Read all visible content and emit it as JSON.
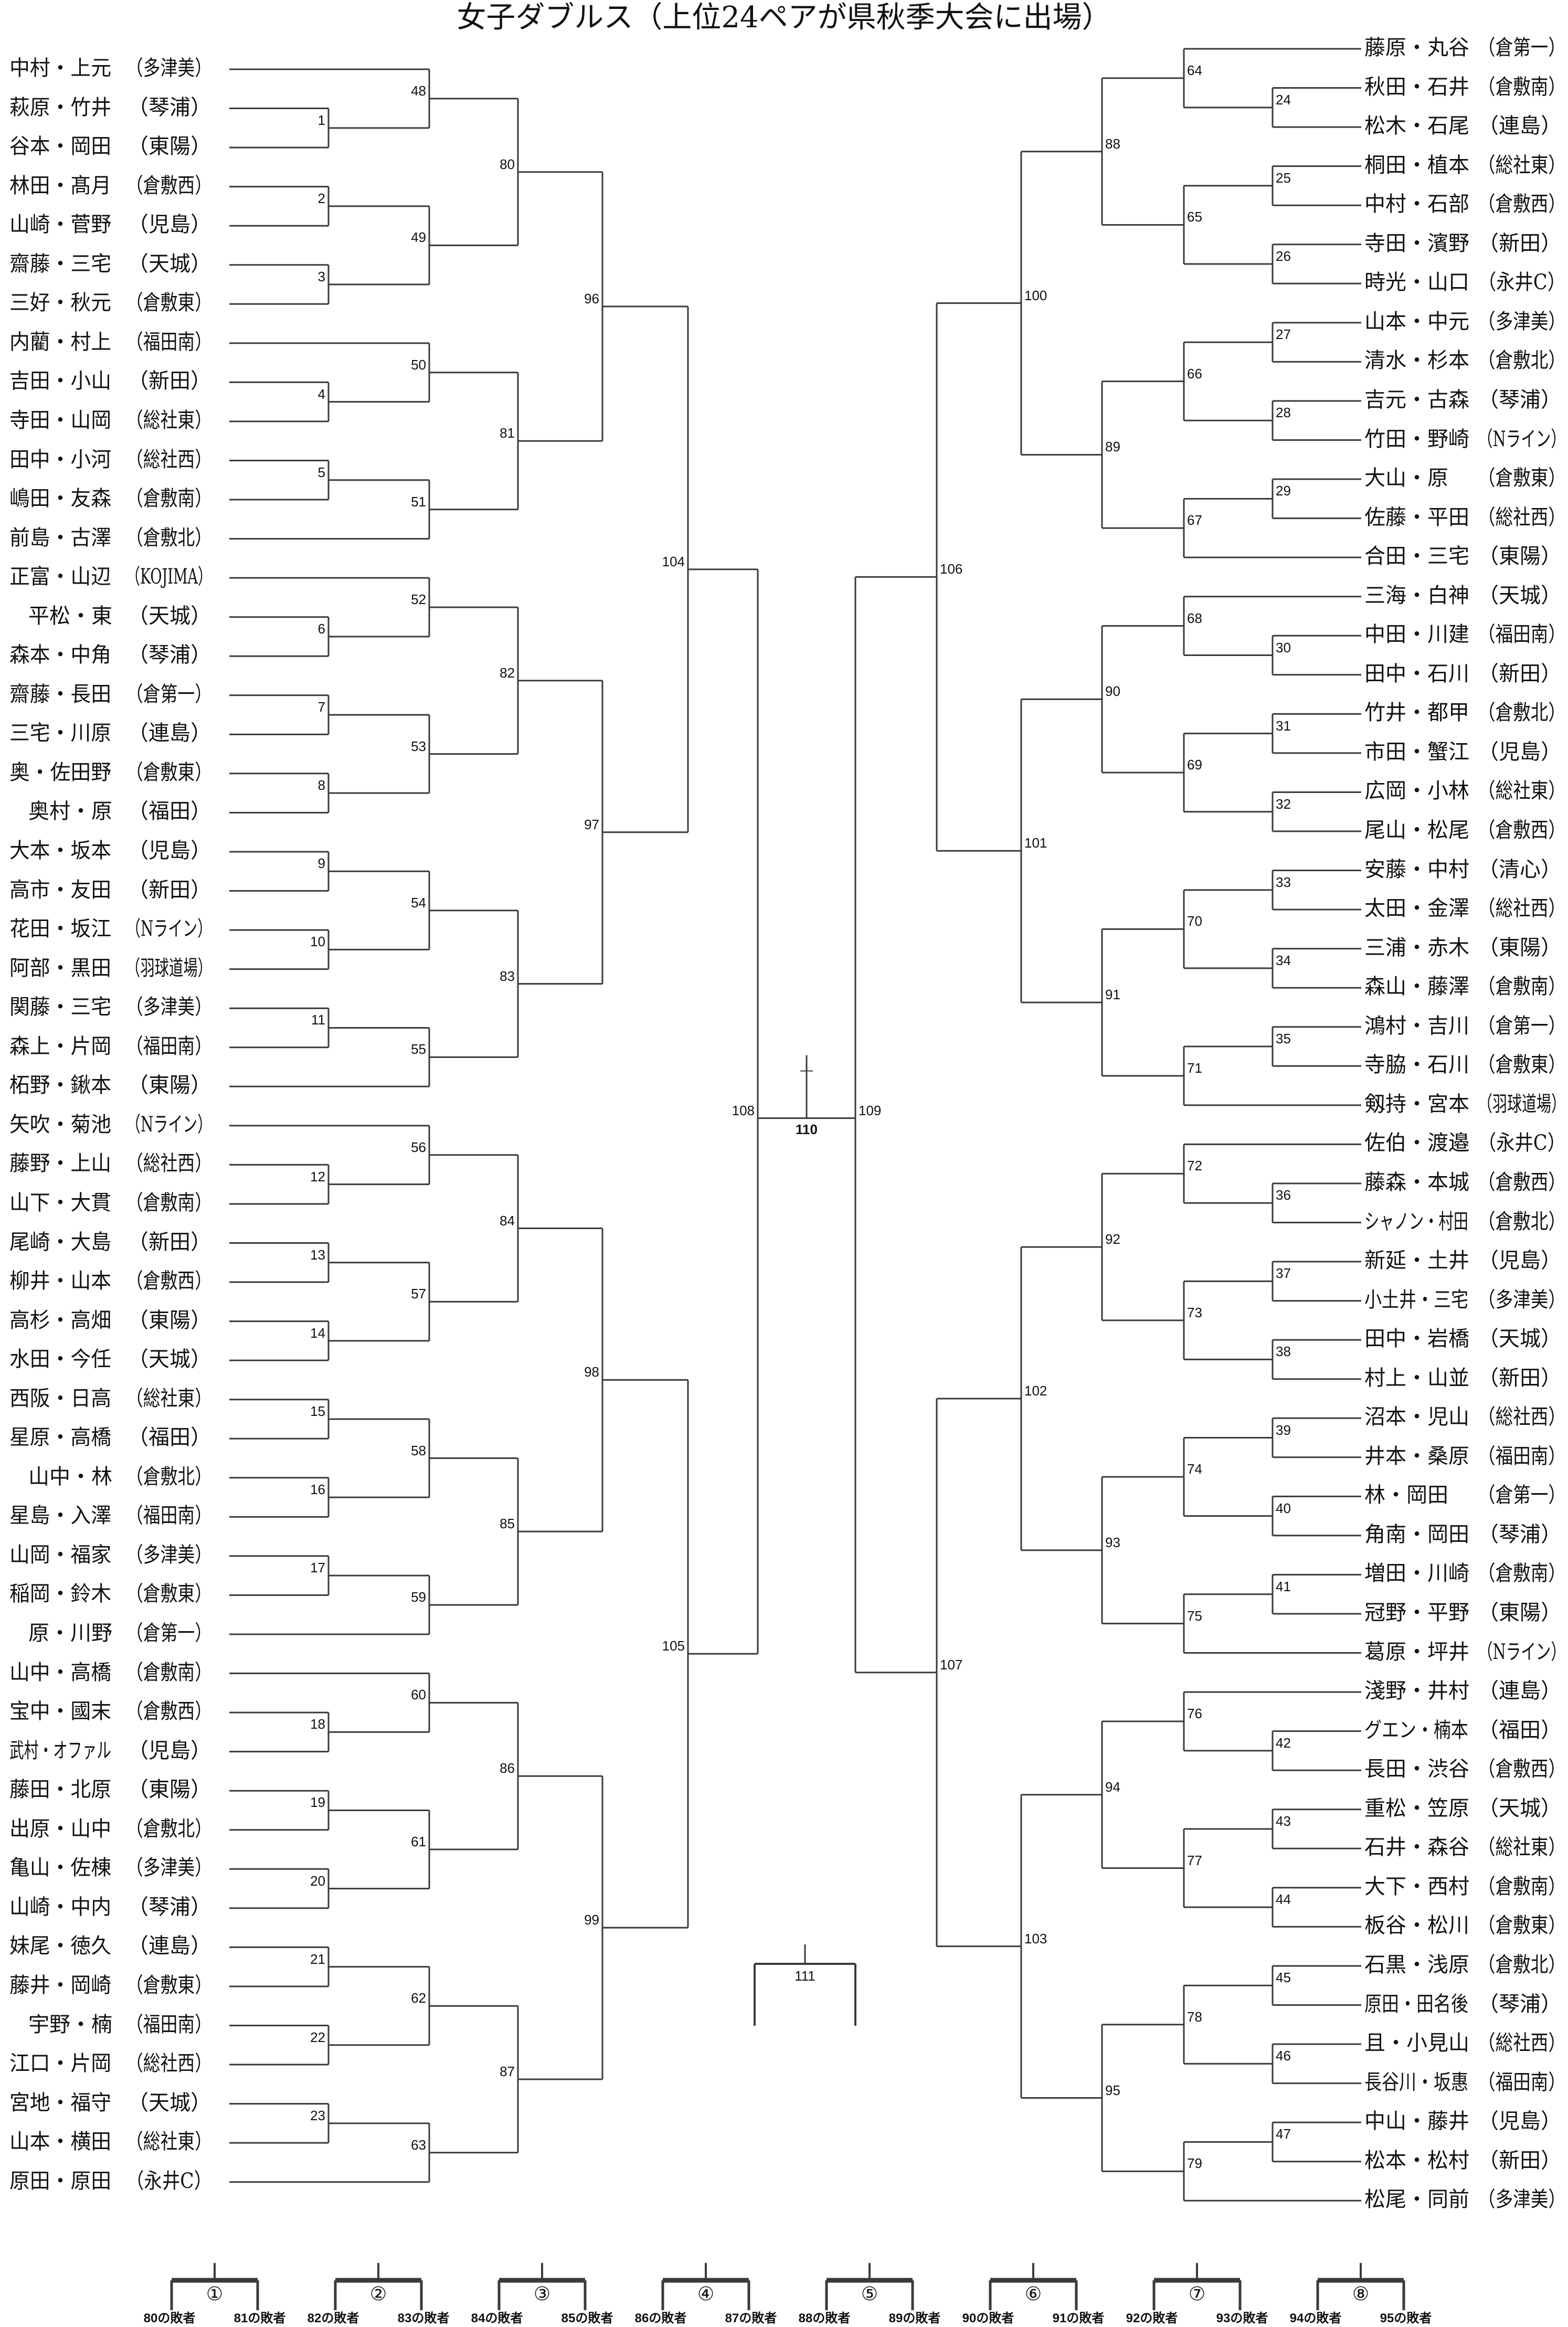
{
  "title": "女子ダブルス（上位24ペアが県秋季大会に出場）",
  "left": {
    "teams": [
      {
        "name": "中村・上元",
        "school": "（多津美）"
      },
      {
        "name": "萩原・竹井",
        "school": "（琴浦）"
      },
      {
        "name": "谷本・岡田",
        "school": "（東陽）"
      },
      {
        "name": "林田・髙月",
        "school": "（倉敷西）"
      },
      {
        "name": "山崎・菅野",
        "school": "（児島）"
      },
      {
        "name": "齋藤・三宅",
        "school": "（天城）"
      },
      {
        "name": "三好・秋元",
        "school": "（倉敷東）"
      },
      {
        "name": "内藺・村上",
        "school": "（福田南）"
      },
      {
        "name": "吉田・小山",
        "school": "（新田）"
      },
      {
        "name": "寺田・山岡",
        "school": "（総社東）"
      },
      {
        "name": "田中・小河",
        "school": "（総社西）"
      },
      {
        "name": "嶋田・友森",
        "school": "（倉敷南）"
      },
      {
        "name": "前島・古澤",
        "school": "（倉敷北）"
      },
      {
        "name": "正富・山辺",
        "school": "（KOJIMA）"
      },
      {
        "name": "平松・東",
        "school": "（天城）"
      },
      {
        "name": "森本・中角",
        "school": "（琴浦）"
      },
      {
        "name": "齋藤・長田",
        "school": "（倉第一）"
      },
      {
        "name": "三宅・川原",
        "school": "（連島）"
      },
      {
        "name": "奥・佐田野",
        "school": "（倉敷東）"
      },
      {
        "name": "奥村・原",
        "school": "（福田）"
      },
      {
        "name": "大本・坂本",
        "school": "（児島）"
      },
      {
        "name": "高市・友田",
        "school": "（新田）"
      },
      {
        "name": "花田・坂江",
        "school": "（Nライン）"
      },
      {
        "name": "阿部・黒田",
        "school": "（羽球道場）"
      },
      {
        "name": "関藤・三宅",
        "school": "（多津美）"
      },
      {
        "name": "森上・片岡",
        "school": "（福田南）"
      },
      {
        "name": "柘野・鍬本",
        "school": "（東陽）"
      },
      {
        "name": "矢吹・菊池",
        "school": "（Nライン）"
      },
      {
        "name": "藤野・上山",
        "school": "（総社西）"
      },
      {
        "name": "山下・大貫",
        "school": "（倉敷南）"
      },
      {
        "name": "尾崎・大島",
        "school": "（新田）"
      },
      {
        "name": "柳井・山本",
        "school": "（倉敷西）"
      },
      {
        "name": "高杉・高畑",
        "school": "（東陽）"
      },
      {
        "name": "水田・今任",
        "school": "（天城）"
      },
      {
        "name": "西阪・日高",
        "school": "（総社東）"
      },
      {
        "name": "星原・高橋",
        "school": "（福田）"
      },
      {
        "name": "山中・林",
        "school": "（倉敷北）"
      },
      {
        "name": "星島・入澤",
        "school": "（福田南）"
      },
      {
        "name": "山岡・福家",
        "school": "（多津美）"
      },
      {
        "name": "稲岡・鈴木",
        "school": "（倉敷東）"
      },
      {
        "name": "原・川野",
        "school": "（倉第一）"
      },
      {
        "name": "山中・高橋",
        "school": "（倉敷南）"
      },
      {
        "name": "宝中・國末",
        "school": "（倉敷西）"
      },
      {
        "name": "武村・オファル",
        "school": "（児島）"
      },
      {
        "name": "藤田・北原",
        "school": "（東陽）"
      },
      {
        "name": "出原・山中",
        "school": "（倉敷北）"
      },
      {
        "name": "亀山・佐棟",
        "school": "（多津美）"
      },
      {
        "name": "山崎・中内",
        "school": "（琴浦）"
      },
      {
        "name": "妹尾・徳久",
        "school": "（連島）"
      },
      {
        "name": "藤井・岡崎",
        "school": "（倉敷東）"
      },
      {
        "name": "宇野・楠",
        "school": "（福田南）"
      },
      {
        "name": "江口・片岡",
        "school": "（総社西）"
      },
      {
        "name": "宮地・福守",
        "school": "（天城）"
      },
      {
        "name": "山本・横田",
        "school": "（総社東）"
      },
      {
        "name": "原田・原田",
        "school": "（永井C）"
      }
    ],
    "matches": [
      {
        "no": 1,
        "a": "t1",
        "b": "t2"
      },
      {
        "no": 48,
        "a": "t0",
        "b": "m1"
      },
      {
        "no": 2,
        "a": "t3",
        "b": "t4"
      },
      {
        "no": 3,
        "a": "t5",
        "b": "t6"
      },
      {
        "no": 49,
        "a": "m2",
        "b": "m3"
      },
      {
        "no": 80,
        "a": "m48",
        "b": "m49"
      },
      {
        "no": 4,
        "a": "t8",
        "b": "t9"
      },
      {
        "no": 50,
        "a": "t7",
        "b": "m4"
      },
      {
        "no": 5,
        "a": "t10",
        "b": "t11"
      },
      {
        "no": 51,
        "a": "m5",
        "b": "t12"
      },
      {
        "no": 81,
        "a": "m50",
        "b": "m51"
      },
      {
        "no": 96,
        "a": "m80",
        "b": "m81"
      },
      {
        "no": 6,
        "a": "t14",
        "b": "t15"
      },
      {
        "no": 52,
        "a": "t13",
        "b": "m6"
      },
      {
        "no": 7,
        "a": "t16",
        "b": "t17"
      },
      {
        "no": 8,
        "a": "t18",
        "b": "t19"
      },
      {
        "no": 53,
        "a": "m7",
        "b": "m8"
      },
      {
        "no": 82,
        "a": "m52",
        "b": "m53"
      },
      {
        "no": 9,
        "a": "t20",
        "b": "t21"
      },
      {
        "no": 10,
        "a": "t22",
        "b": "t23"
      },
      {
        "no": 54,
        "a": "m9",
        "b": "m10"
      },
      {
        "no": 11,
        "a": "t24",
        "b": "t25"
      },
      {
        "no": 55,
        "a": "m11",
        "b": "t26"
      },
      {
        "no": 83,
        "a": "m54",
        "b": "m55"
      },
      {
        "no": 97,
        "a": "m82",
        "b": "m83"
      },
      {
        "no": 104,
        "a": "m96",
        "b": "m97"
      },
      {
        "no": 12,
        "a": "t28",
        "b": "t29"
      },
      {
        "no": 56,
        "a": "t27",
        "b": "m12"
      },
      {
        "no": 13,
        "a": "t30",
        "b": "t31"
      },
      {
        "no": 14,
        "a": "t32",
        "b": "t33"
      },
      {
        "no": 57,
        "a": "m13",
        "b": "m14"
      },
      {
        "no": 84,
        "a": "m56",
        "b": "m57"
      },
      {
        "no": 15,
        "a": "t34",
        "b": "t35"
      },
      {
        "no": 16,
        "a": "t36",
        "b": "t37"
      },
      {
        "no": 58,
        "a": "m15",
        "b": "m16"
      },
      {
        "no": 17,
        "a": "t38",
        "b": "t39"
      },
      {
        "no": 59,
        "a": "m17",
        "b": "t40"
      },
      {
        "no": 85,
        "a": "m58",
        "b": "m59"
      },
      {
        "no": 98,
        "a": "m84",
        "b": "m85"
      },
      {
        "no": 18,
        "a": "t42",
        "b": "t43"
      },
      {
        "no": 60,
        "a": "t41",
        "b": "m18"
      },
      {
        "no": 19,
        "a": "t44",
        "b": "t45"
      },
      {
        "no": 20,
        "a": "t46",
        "b": "t47"
      },
      {
        "no": 61,
        "a": "m19",
        "b": "m20"
      },
      {
        "no": 86,
        "a": "m60",
        "b": "m61"
      },
      {
        "no": 21,
        "a": "t48",
        "b": "t49"
      },
      {
        "no": 22,
        "a": "t50",
        "b": "t51"
      },
      {
        "no": 62,
        "a": "m21",
        "b": "m22"
      },
      {
        "no": 23,
        "a": "t52",
        "b": "t53"
      },
      {
        "no": 63,
        "a": "m23",
        "b": "t54"
      },
      {
        "no": 87,
        "a": "m62",
        "b": "m63"
      },
      {
        "no": 99,
        "a": "m86",
        "b": "m87"
      },
      {
        "no": 105,
        "a": "m98",
        "b": "m99"
      },
      {
        "no": 108,
        "a": "m104",
        "b": "m105"
      }
    ]
  },
  "right": {
    "teams": [
      {
        "name": "藤原・丸谷",
        "school": "（倉第一）"
      },
      {
        "name": "秋田・石井",
        "school": "（倉敷南）"
      },
      {
        "name": "松木・石尾",
        "school": "（連島）"
      },
      {
        "name": "桐田・植本",
        "school": "（総社東）"
      },
      {
        "name": "中村・石部",
        "school": "（倉敷西）"
      },
      {
        "name": "寺田・濱野",
        "school": "（新田）"
      },
      {
        "name": "時光・山口",
        "school": "（永井C）"
      },
      {
        "name": "山本・中元",
        "school": "（多津美）"
      },
      {
        "name": "清水・杉本",
        "school": "（倉敷北）"
      },
      {
        "name": "吉元・古森",
        "school": "（琴浦）"
      },
      {
        "name": "竹田・野崎",
        "school": "（Nライン）"
      },
      {
        "name": "大山・原",
        "school": "（倉敷東）"
      },
      {
        "name": "佐藤・平田",
        "school": "（総社西）"
      },
      {
        "name": "合田・三宅",
        "school": "（東陽）"
      },
      {
        "name": "三海・白神",
        "school": "（天城）"
      },
      {
        "name": "中田・川建",
        "school": "（福田南）"
      },
      {
        "name": "田中・石川",
        "school": "（新田）"
      },
      {
        "name": "竹井・都甲",
        "school": "（倉敷北）"
      },
      {
        "name": "市田・蟹江",
        "school": "（児島）"
      },
      {
        "name": "広岡・小林",
        "school": "（総社東）"
      },
      {
        "name": "尾山・松尾",
        "school": "（倉敷西）"
      },
      {
        "name": "安藤・中村",
        "school": "（清心）"
      },
      {
        "name": "太田・金澤",
        "school": "（総社西）"
      },
      {
        "name": "三浦・赤木",
        "school": "（東陽）"
      },
      {
        "name": "森山・藤澤",
        "school": "（倉敷南）"
      },
      {
        "name": "鴻村・吉川",
        "school": "（倉第一）"
      },
      {
        "name": "寺脇・石川",
        "school": "（倉敷東）"
      },
      {
        "name": "剱持・宮本",
        "school": "（羽球道場）"
      },
      {
        "name": "佐伯・渡邉",
        "school": "（永井C）"
      },
      {
        "name": "藤森・本城",
        "school": "（倉敷西）"
      },
      {
        "name": "シャノン・村田",
        "school": "（倉敷北）"
      },
      {
        "name": "新延・土井",
        "school": "（児島）"
      },
      {
        "name": "小土井・三宅",
        "school": "（多津美）"
      },
      {
        "name": "田中・岩橋",
        "school": "（天城）"
      },
      {
        "name": "村上・山並",
        "school": "（新田）"
      },
      {
        "name": "沼本・児山",
        "school": "（総社西）"
      },
      {
        "name": "井本・桑原",
        "school": "（福田南）"
      },
      {
        "name": "林・岡田",
        "school": "（倉第一）"
      },
      {
        "name": "角南・岡田",
        "school": "（琴浦）"
      },
      {
        "name": "増田・川崎",
        "school": "（倉敷南）"
      },
      {
        "name": "冠野・平野",
        "school": "（東陽）"
      },
      {
        "name": "葛原・坪井",
        "school": "（Nライン）"
      },
      {
        "name": "淺野・井村",
        "school": "（連島）"
      },
      {
        "name": "グエン・楠本",
        "school": "（福田）"
      },
      {
        "name": "長田・渋谷",
        "school": "（倉敷西）"
      },
      {
        "name": "重松・笠原",
        "school": "（天城）"
      },
      {
        "name": "石井・森谷",
        "school": "（総社東）"
      },
      {
        "name": "大下・西村",
        "school": "（倉敷南）"
      },
      {
        "name": "板谷・松川",
        "school": "（倉敷東）"
      },
      {
        "name": "石黒・浅原",
        "school": "（倉敷北）"
      },
      {
        "name": "原田・田名後",
        "school": "（琴浦）"
      },
      {
        "name": "且・小見山",
        "school": "（総社西）"
      },
      {
        "name": "長谷川・坂惠",
        "school": "（福田南）"
      },
      {
        "name": "中山・藤井",
        "school": "（児島）"
      },
      {
        "name": "松本・松村",
        "school": "（新田）"
      },
      {
        "name": "松尾・同前",
        "school": "（多津美）"
      }
    ],
    "matches": [
      {
        "no": 24,
        "a": "t1",
        "b": "t2"
      },
      {
        "no": 64,
        "a": "t0",
        "b": "m24"
      },
      {
        "no": 25,
        "a": "t3",
        "b": "t4"
      },
      {
        "no": 26,
        "a": "t5",
        "b": "t6"
      },
      {
        "no": 65,
        "a": "m25",
        "b": "m26"
      },
      {
        "no": 88,
        "a": "m64",
        "b": "m65"
      },
      {
        "no": 27,
        "a": "t7",
        "b": "t8"
      },
      {
        "no": 28,
        "a": "t9",
        "b": "t10"
      },
      {
        "no": 66,
        "a": "m27",
        "b": "m28"
      },
      {
        "no": 29,
        "a": "t11",
        "b": "t12"
      },
      {
        "no": 67,
        "a": "m29",
        "b": "t13"
      },
      {
        "no": 89,
        "a": "m66",
        "b": "m67"
      },
      {
        "no": 100,
        "a": "m88",
        "b": "m89"
      },
      {
        "no": 30,
        "a": "t15",
        "b": "t16"
      },
      {
        "no": 68,
        "a": "t14",
        "b": "m30"
      },
      {
        "no": 31,
        "a": "t17",
        "b": "t18"
      },
      {
        "no": 32,
        "a": "t19",
        "b": "t20"
      },
      {
        "no": 69,
        "a": "m31",
        "b": "m32"
      },
      {
        "no": 90,
        "a": "m68",
        "b": "m69"
      },
      {
        "no": 33,
        "a": "t21",
        "b": "t22"
      },
      {
        "no": 34,
        "a": "t23",
        "b": "t24"
      },
      {
        "no": 70,
        "a": "m33",
        "b": "m34"
      },
      {
        "no": 35,
        "a": "t25",
        "b": "t26"
      },
      {
        "no": 71,
        "a": "m35",
        "b": "t27"
      },
      {
        "no": 91,
        "a": "m70",
        "b": "m71"
      },
      {
        "no": 101,
        "a": "m90",
        "b": "m91"
      },
      {
        "no": 106,
        "a": "m100",
        "b": "m101"
      },
      {
        "no": 36,
        "a": "t29",
        "b": "t30"
      },
      {
        "no": 72,
        "a": "t28",
        "b": "m36"
      },
      {
        "no": 37,
        "a": "t31",
        "b": "t32"
      },
      {
        "no": 38,
        "a": "t33",
        "b": "t34"
      },
      {
        "no": 73,
        "a": "m37",
        "b": "m38"
      },
      {
        "no": 92,
        "a": "m72",
        "b": "m73"
      },
      {
        "no": 39,
        "a": "t35",
        "b": "t36"
      },
      {
        "no": 40,
        "a": "t37",
        "b": "t38"
      },
      {
        "no": 74,
        "a": "m39",
        "b": "m40"
      },
      {
        "no": 41,
        "a": "t39",
        "b": "t40"
      },
      {
        "no": 75,
        "a": "m41",
        "b": "t41"
      },
      {
        "no": 93,
        "a": "m74",
        "b": "m75"
      },
      {
        "no": 102,
        "a": "m92",
        "b": "m93"
      },
      {
        "no": 42,
        "a": "t43",
        "b": "t44"
      },
      {
        "no": 76,
        "a": "t42",
        "b": "m42"
      },
      {
        "no": 43,
        "a": "t45",
        "b": "t46"
      },
      {
        "no": 44,
        "a": "t47",
        "b": "t48"
      },
      {
        "no": 77,
        "a": "m43",
        "b": "m44"
      },
      {
        "no": 94,
        "a": "m76",
        "b": "m77"
      },
      {
        "no": 45,
        "a": "t49",
        "b": "t50"
      },
      {
        "no": 46,
        "a": "t51",
        "b": "t52"
      },
      {
        "no": 78,
        "a": "m45",
        "b": "m46"
      },
      {
        "no": 47,
        "a": "t53",
        "b": "t54"
      },
      {
        "no": 79,
        "a": "m47",
        "b": "t55"
      },
      {
        "no": 95,
        "a": "m78",
        "b": "m79"
      },
      {
        "no": 103,
        "a": "m94",
        "b": "m95"
      },
      {
        "no": 107,
        "a": "m102",
        "b": "m103"
      },
      {
        "no": 109,
        "a": "m106",
        "b": "m107"
      }
    ]
  },
  "final": {
    "no": 110
  },
  "third_place": {
    "no": 111
  },
  "consolation": [
    {
      "label": "①",
      "a": "80の敗者",
      "b": "81の敗者"
    },
    {
      "label": "②",
      "a": "82の敗者",
      "b": "83の敗者"
    },
    {
      "label": "③",
      "a": "84の敗者",
      "b": "85の敗者"
    },
    {
      "label": "④",
      "a": "86の敗者",
      "b": "87の敗者"
    },
    {
      "label": "⑤",
      "a": "88の敗者",
      "b": "89の敗者"
    },
    {
      "label": "⑥",
      "a": "90の敗者",
      "b": "91の敗者"
    },
    {
      "label": "⑦",
      "a": "92の敗者",
      "b": "93の敗者"
    },
    {
      "label": "⑧",
      "a": "94の敗者",
      "b": "95の敗者"
    }
  ],
  "colors": {
    "line": "#3a3a3a",
    "text": "#111111"
  }
}
